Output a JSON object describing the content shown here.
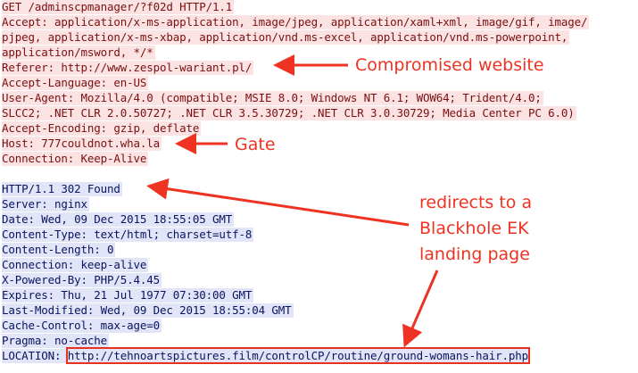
{
  "request_lines": [
    "GET /adminscpmanager/?f02d HTTP/1.1",
    "Accept: application/x-ms-application, image/jpeg, application/xaml+xml, image/gif, image/",
    "pjpeg, application/x-ms-xbap, application/vnd.ms-excel, application/vnd.ms-powerpoint,",
    "application/msword, */*",
    "Referer: http://www.zespol-wariant.pl/",
    "Accept-Language: en-US",
    "User-Agent: Mozilla/4.0 (compatible; MSIE 8.0; Windows NT 6.1; WOW64; Trident/4.0;",
    "SLCC2; .NET CLR 2.0.50727; .NET CLR 3.5.30729; .NET CLR 3.0.30729; Media Center PC 6.0)",
    "Accept-Encoding: gzip, deflate",
    "Host: 777couldnot.wha.la",
    "Connection: Keep-Alive"
  ],
  "response_lines": [
    "HTTP/1.1 302 Found",
    "Server: nginx",
    "Date: Wed, 09 Dec 2015 18:55:05 GMT",
    "Content-Type: text/html; charset=utf-8",
    "Content-Length: 0",
    "Connection: keep-alive",
    "X-Powered-By: PHP/5.4.45",
    "Expires: Thu, 21 Jul 1977 07:30:00 GMT",
    "Last-Modified: Wed, 09 Dec 2015 18:55:04 GMT",
    "Cache-Control: max-age=0",
    "Pragma: no-cache"
  ],
  "location": {
    "label": "LOCATION: ",
    "url": "http://tehnoartspictures.film/controlCP/routine/ground-womans-hair.php"
  },
  "annotations": {
    "compromised": "Compromised website",
    "gate": "Gate",
    "redirect_line1": "redirects to a",
    "redirect_line2": "Blackhole EK",
    "redirect_line3": "landing page"
  },
  "colors": {
    "request_bg": "#fbe3e3",
    "request_text": "#7a1010",
    "response_bg": "#e1e5f7",
    "response_text": "#0a1460",
    "annotation": "#ee3322"
  }
}
